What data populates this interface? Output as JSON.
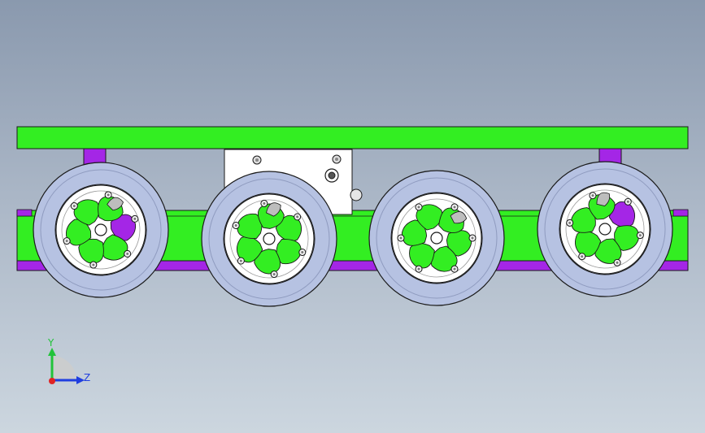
{
  "axis_triad": {
    "y_label": "Y",
    "z_label": "Z",
    "y_color": "#22c33a",
    "z_color": "#1f3ee0",
    "origin_color": "#e02424"
  },
  "model": {
    "top_plate_color": "#33ee22",
    "rail_color": "#33ee22",
    "post_color": "#a426e6",
    "bracket_color": "#ffffff",
    "tire_color": "#b6c2e2",
    "rim_color": "#ffffff",
    "hub_pocket_color": "#33ee22",
    "outline_color": "#1a1a1a"
  },
  "wheels": [
    {
      "id": "wheel-1"
    },
    {
      "id": "wheel-2"
    },
    {
      "id": "wheel-3"
    },
    {
      "id": "wheel-4"
    }
  ]
}
